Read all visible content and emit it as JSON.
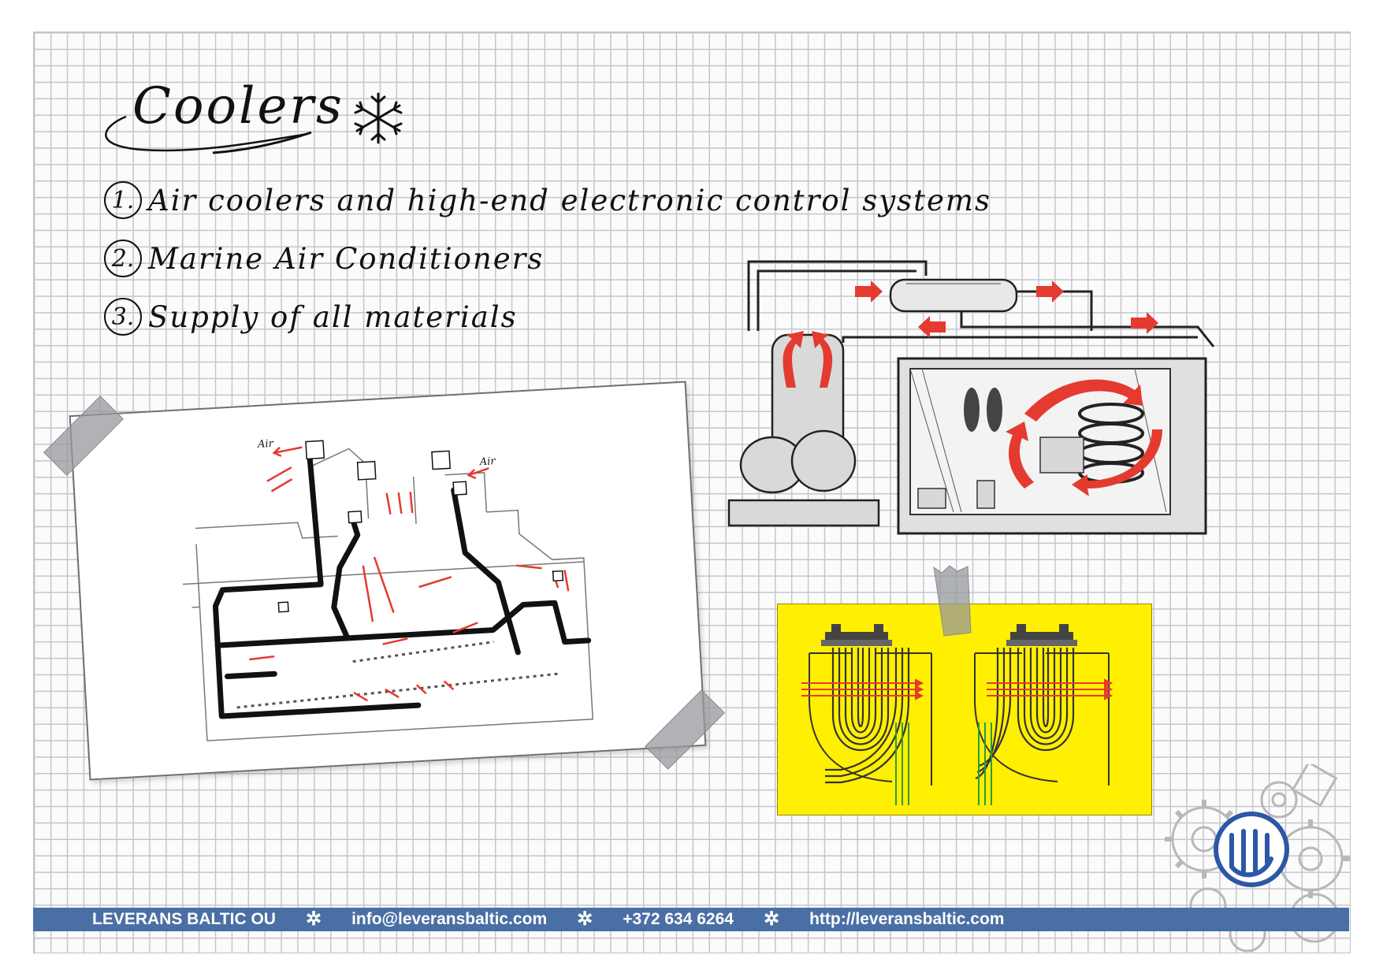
{
  "title": "Coolers",
  "title_icon": "snowflake-icon",
  "list": [
    {
      "number": "1.",
      "text": "Air coolers and high-end electronic control systems"
    },
    {
      "number": "2.",
      "text": "Marine Air Conditioners"
    },
    {
      "number": "3.",
      "text": "Supply of all materials"
    }
  ],
  "diagram_labels": {
    "air_left": "Air",
    "air_right": "Air"
  },
  "footer": {
    "company": "LEVERANS BALTIC OU",
    "email": "info@leveransbaltic.com",
    "phone": "+372 634 6264",
    "website": "http://leveransbaltic.com"
  },
  "colors": {
    "footer_bg": "#4a6fa4",
    "accent_red": "#e53a2f",
    "panel_yellow": "#ffef00",
    "logo_blue": "#2d57a6"
  }
}
